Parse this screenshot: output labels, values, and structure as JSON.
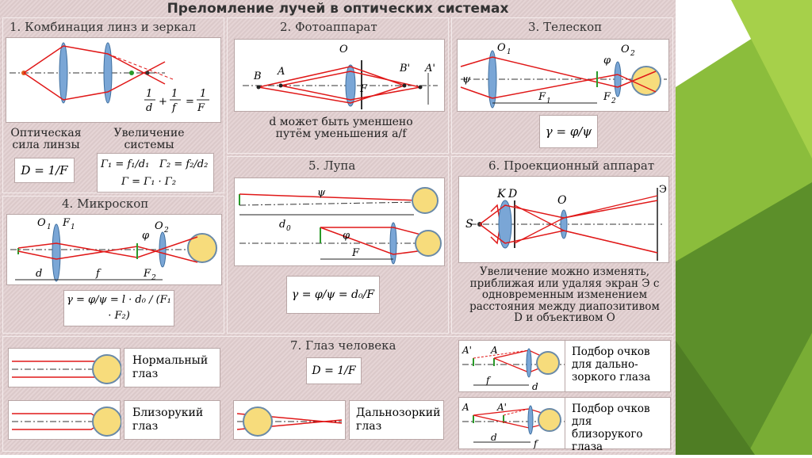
{
  "poster": {
    "title": "Преломление лучей в оптических системах",
    "colors": {
      "ray": "#e01818",
      "lens": "#7aa6d6",
      "eye": "#f7dc7c",
      "axis": "#333333",
      "background": "#e2cfd0"
    },
    "s1": {
      "heading": "1. Комбинация линз и зеркал",
      "optical_power_label": "Оптическая сила линзы",
      "optical_power_formula": "D = 1/F",
      "thin_lens_formula": "1/d + 1/f = 1/F",
      "magnification_label": "Увеличение системы",
      "magnification_formula_1": "Γ₁ = f₁/d₁",
      "magnification_formula_2": "Γ₂ = f₂/d₂",
      "magnification_total": "Γ = Γ₁ · Γ₂"
    },
    "s2": {
      "heading": "2. Фотоаппарат",
      "note": "d может быть уменшено путём уменьшения a/f",
      "labels": {
        "B": "B",
        "A": "A",
        "O": "O",
        "F": "F",
        "B1": "B'",
        "A1": "A'"
      }
    },
    "s3": {
      "heading": "3. Телескоп",
      "formula": "γ = φ/ψ",
      "labels": {
        "O1": "O",
        "O2": "O",
        "F1": "F",
        "F2": "F",
        "phi": "φ",
        "psi": "ψ",
        "one": "1",
        "two": "2"
      }
    },
    "s4": {
      "heading": "4. Микроскоп",
      "formula": "γ = φ/ψ = l · d₀ / (F₁ · F₂)",
      "labels": {
        "O1": "O",
        "F1": "F",
        "O2": "O",
        "F2": "F",
        "d": "d",
        "f": "f",
        "phi": "φ",
        "one": "1",
        "two": "2"
      }
    },
    "s5": {
      "heading": "5. Лупа",
      "formula": "γ = φ/ψ = d₀/F",
      "labels": {
        "psi": "ψ",
        "d0": "d",
        "F": "F",
        "phi": "φ",
        "zero": "0"
      }
    },
    "s6": {
      "heading": "6. Проекционный аппарат",
      "note": "Увеличение можно изменять, приближая или удаляя экран Э с одновременным изменением расстояния между диапозитивом D и объективом O",
      "labels": {
        "K": "K",
        "D": "D",
        "O": "O",
        "S": "S",
        "E": "Э"
      }
    },
    "s7": {
      "heading": "7. Глаз человека",
      "formula": "D = 1/F",
      "normal": "Нормальный глаз",
      "myopic": "Близорукий глаз",
      "hyperopic": "Дальнозоркий глаз",
      "far_glasses": "Подбор очков для дально-зоркого глаза",
      "near_glasses": "Подбор очков для близорукого глаза",
      "labels": {
        "A": "A",
        "A1": "A'",
        "f": "f",
        "d": "d"
      }
    }
  }
}
